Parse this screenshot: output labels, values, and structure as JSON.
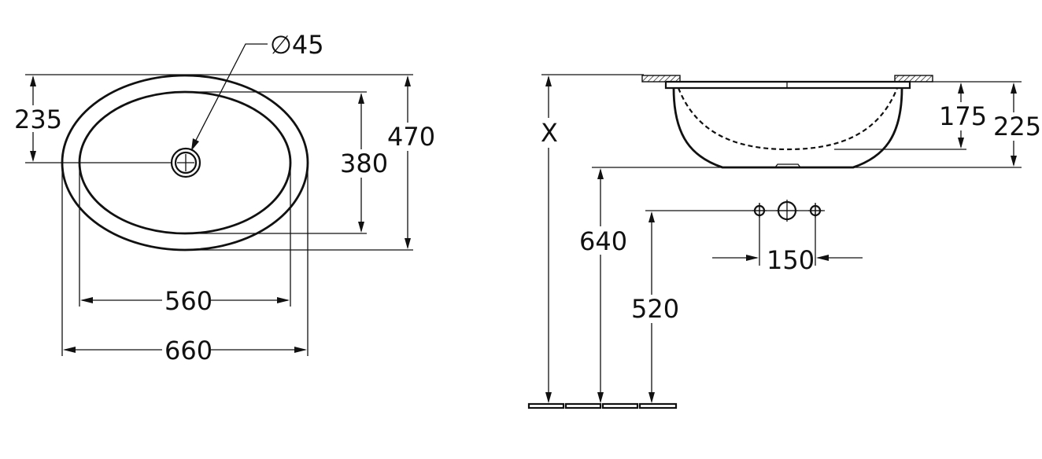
{
  "colors": {
    "ink": "#111111",
    "background": "#ffffff"
  },
  "top_view": {
    "drain_diameter_label": "∅45",
    "depth_to_drain_label": "235",
    "inner_width_label": "380",
    "outer_width_label": "470",
    "inner_length_label": "560",
    "outer_length_label": "660"
  },
  "side_view": {
    "install_height_label": "X",
    "bowl_depth_label": "175",
    "overall_depth_label": "225",
    "bottom_height_label": "640",
    "outlet_height_label": "520",
    "tap_spacing_label": "150"
  }
}
